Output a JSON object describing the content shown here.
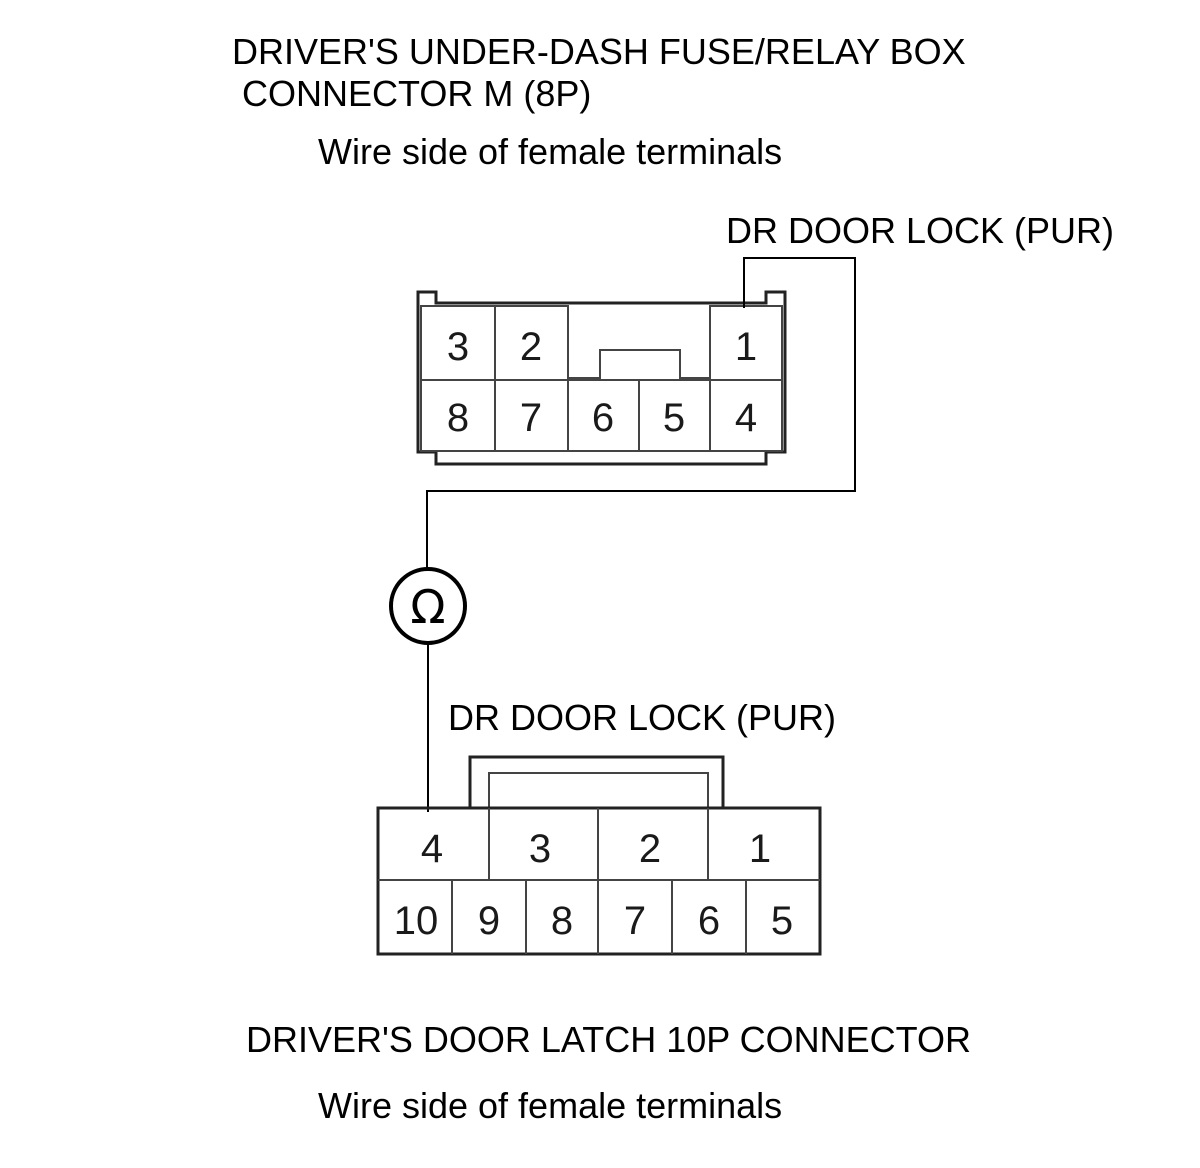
{
  "connector_m": {
    "title_line1": "DRIVER'S UNDER-DASH FUSE/RELAY BOX",
    "title_line2": "CONNECTOR M (8P)",
    "subtitle": "Wire side of female terminals",
    "pins": [
      "3",
      "2",
      "1",
      "8",
      "7",
      "6",
      "5",
      "4"
    ]
  },
  "connector_latch": {
    "title": "DRIVER'S DOOR LATCH 10P CONNECTOR",
    "subtitle": "Wire side of female terminals",
    "pins": [
      "4",
      "3",
      "2",
      "1",
      "10",
      "9",
      "8",
      "7",
      "6",
      "5"
    ]
  },
  "wire_labels": {
    "top": "DR DOOR LOCK (PUR)",
    "bottom": "DR DOOR LOCK (PUR)"
  },
  "meter": {
    "symbol": "Ω",
    "icon": "ohmmeter-icon"
  }
}
